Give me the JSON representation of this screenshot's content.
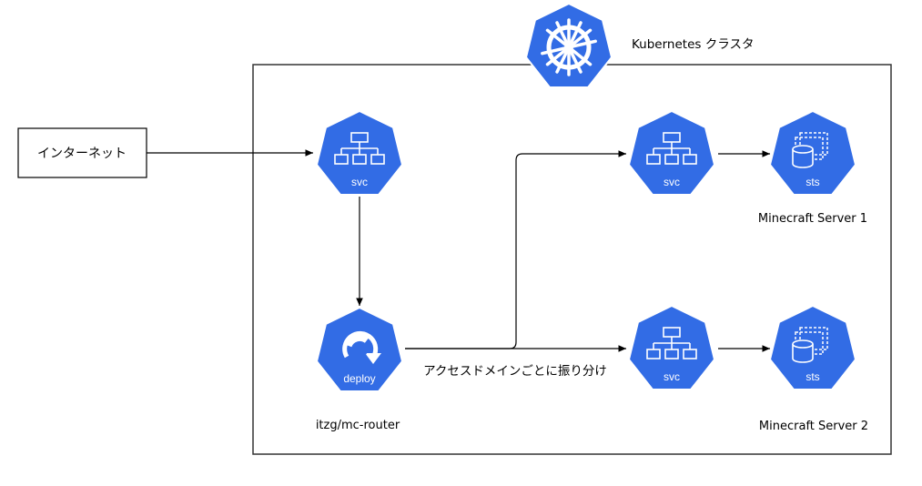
{
  "cluster": {
    "label": "Kubernetes クラスタ"
  },
  "internet": {
    "label": "インターネット"
  },
  "nodes": {
    "svc_main": {
      "icon_label": "svc"
    },
    "deploy": {
      "icon_label": "deploy",
      "caption": "itzg/mc-router"
    },
    "svc_1": {
      "icon_label": "svc"
    },
    "sts_1": {
      "icon_label": "sts",
      "caption": "Minecraft Server 1"
    },
    "svc_2": {
      "icon_label": "svc"
    },
    "sts_2": {
      "icon_label": "sts",
      "caption": "Minecraft Server 2"
    }
  },
  "edges": {
    "route_label": "アクセスドメインごとに振り分け"
  },
  "colors": {
    "k8s_blue": "#326ce5",
    "line": "#000000",
    "box_border": "#333333"
  },
  "icons": {
    "cluster": "helm-wheel-icon",
    "svc": "service-icon",
    "deploy": "deployment-icon",
    "sts": "statefulset-icon"
  }
}
